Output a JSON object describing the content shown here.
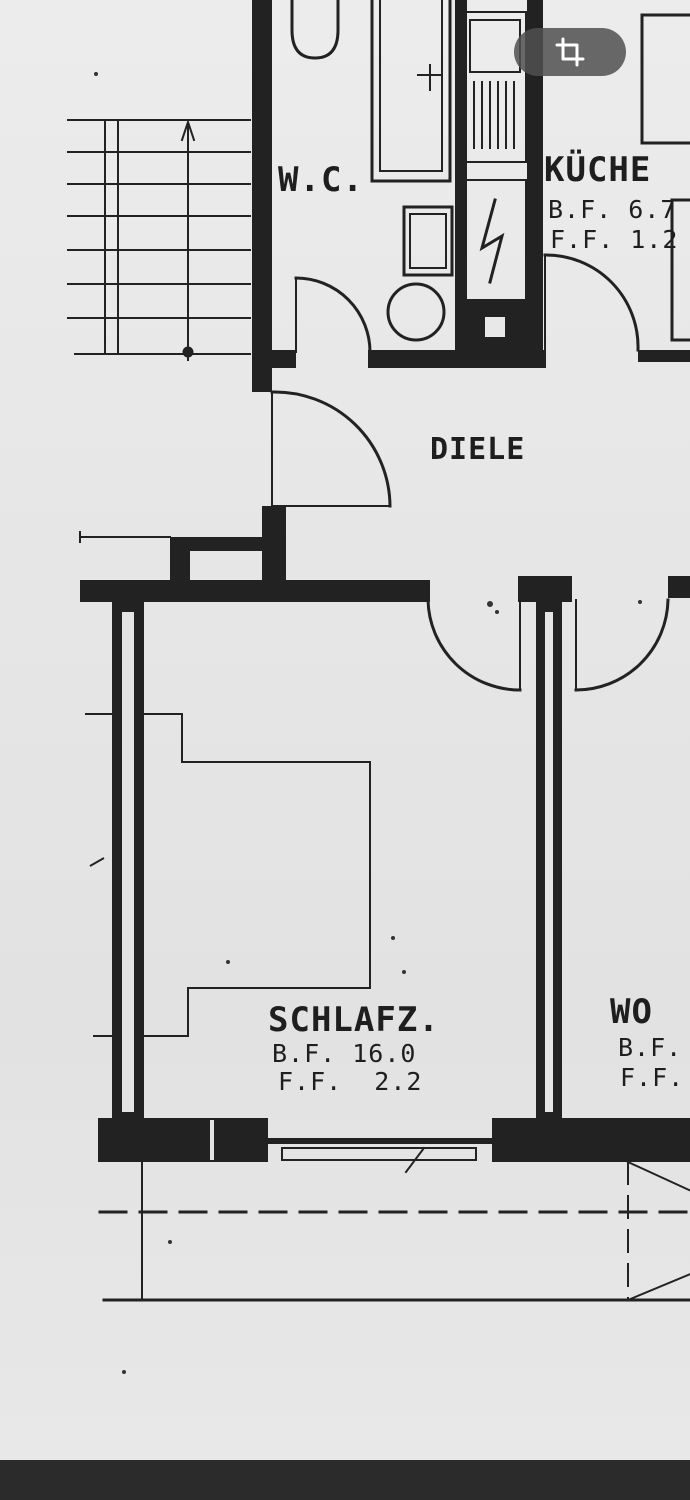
{
  "labels": {
    "wc": "W.C.",
    "kueche": "KÜCHE",
    "kueche_bf": "B.F. 6.7",
    "kueche_ff": "F.F. 1.2",
    "diele": "DIELE",
    "schlafz": "SCHLAFZ.",
    "schlafz_bf": "B.F. 16.0",
    "schlafz_ff": "F.F.  2.2",
    "wohn": "WO",
    "wohn_bf": "B.F.",
    "wohn_ff": "F.F."
  },
  "icons": {
    "crop": "crop-icon"
  },
  "colors": {
    "line": "#222222",
    "paper": "#e8e8e8",
    "overlay": "#505050"
  }
}
